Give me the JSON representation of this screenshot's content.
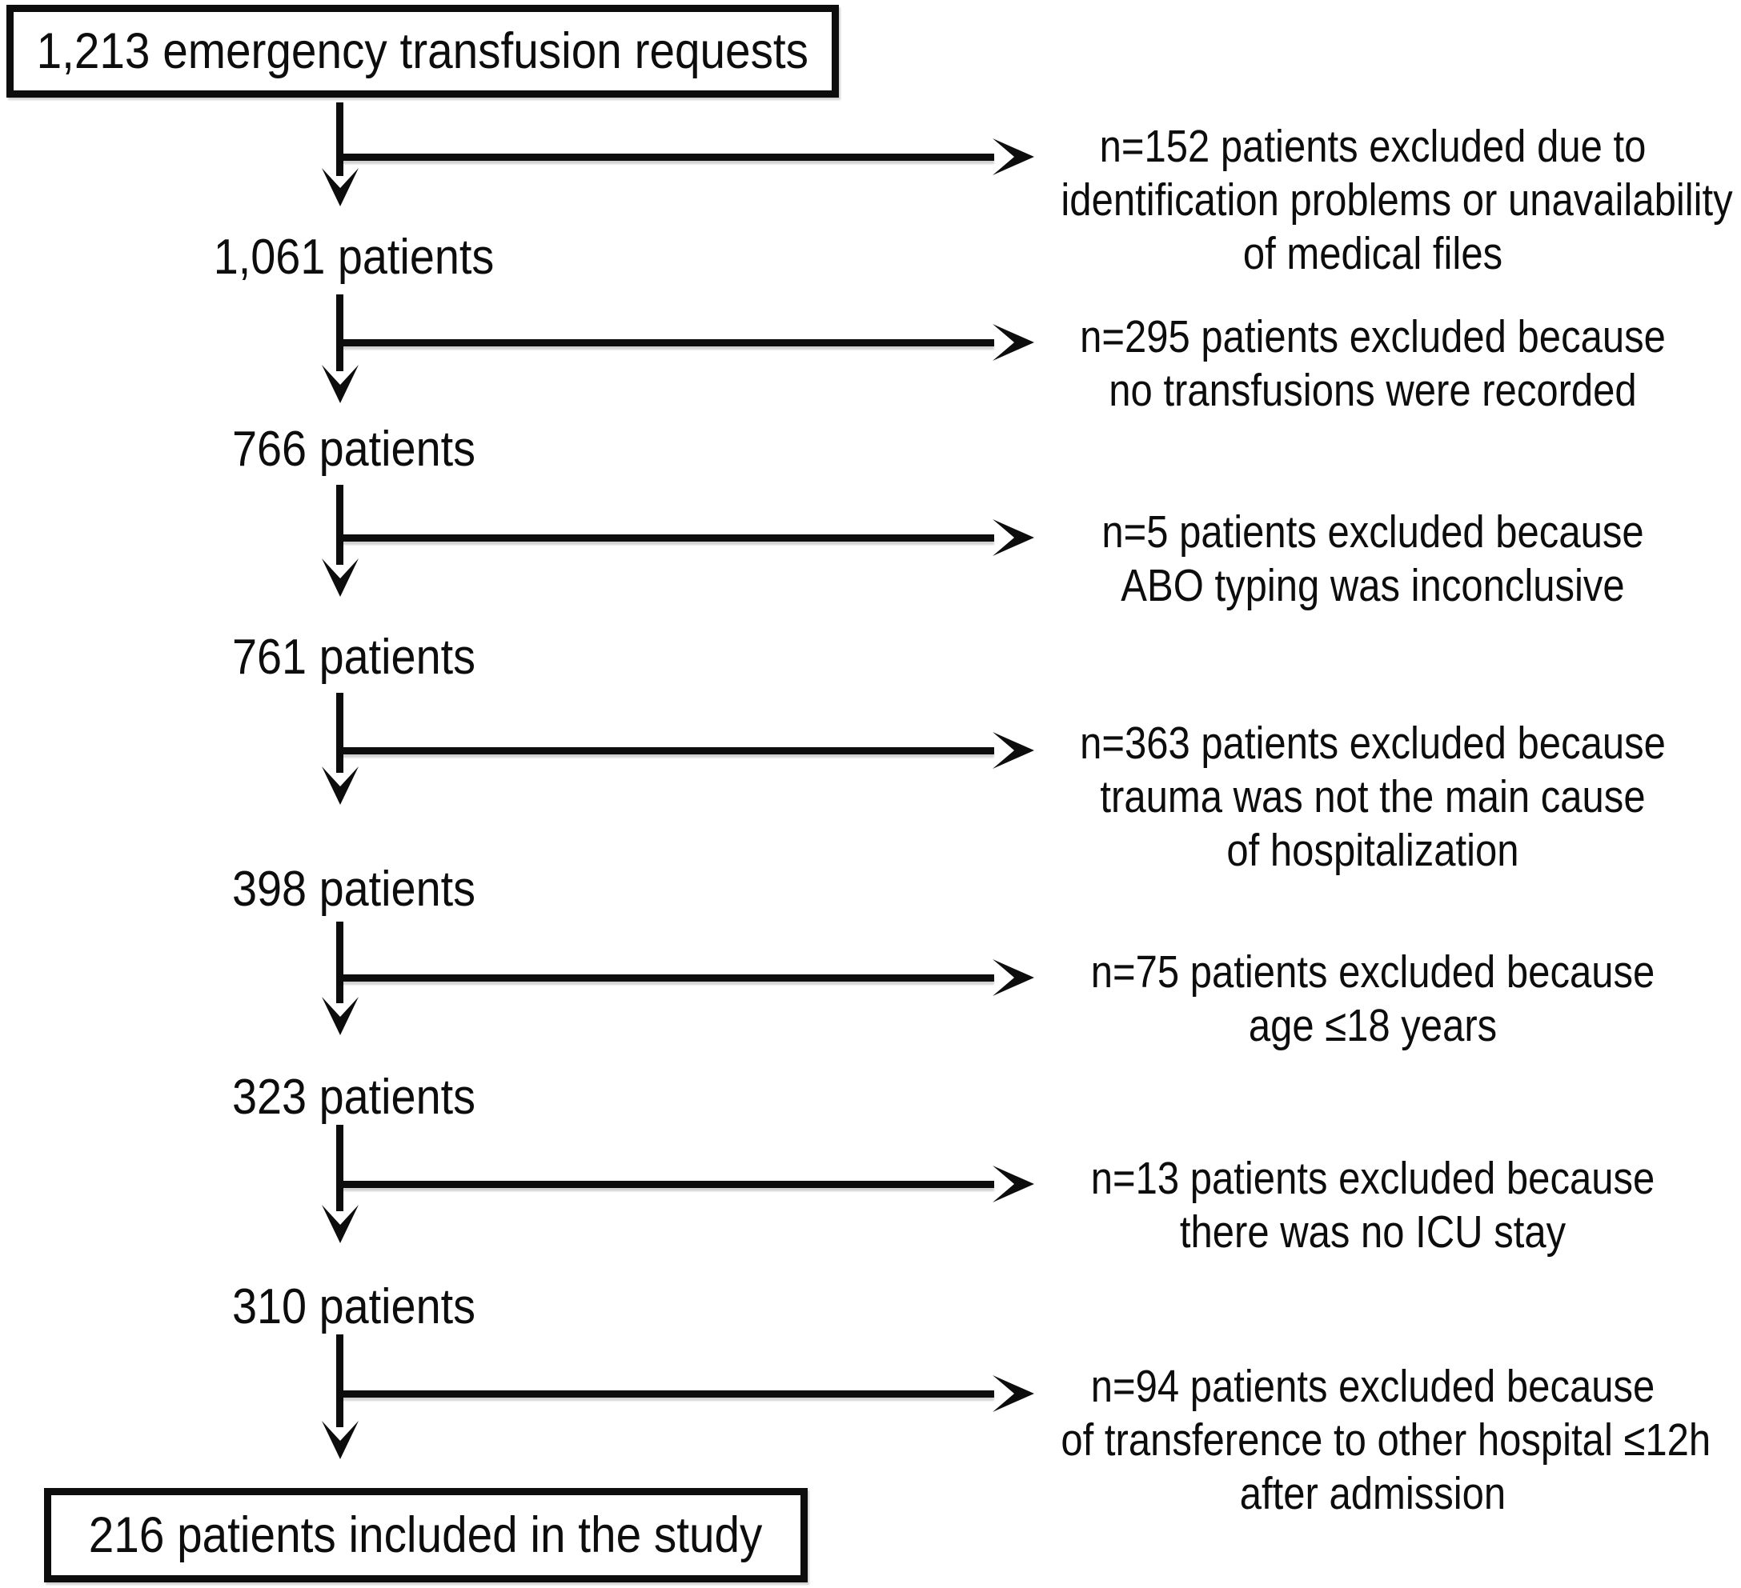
{
  "title_box": {
    "label": "1,213 emergency transfusion requests"
  },
  "final_box": {
    "label": "216 patients included in the study"
  },
  "steps": [
    {
      "exclusion_lines": [
        "n=152 patients excluded due to",
        "identification problems or unavailability",
        "of medical files"
      ],
      "result_label": "1,061 patients"
    },
    {
      "exclusion_lines": [
        "n=295 patients excluded because",
        "no transfusions were recorded"
      ],
      "result_label": "766 patients"
    },
    {
      "exclusion_lines": [
        "n=5 patients excluded because",
        "ABO typing was inconclusive"
      ],
      "result_label": "761 patients"
    },
    {
      "exclusion_lines": [
        "n=363 patients excluded because",
        "trauma was not the main cause",
        "of hospitalization"
      ],
      "result_label": "398 patients"
    },
    {
      "exclusion_lines": [
        "n=75 patients excluded because",
        "age ≤18 years"
      ],
      "result_label": "323 patients"
    },
    {
      "exclusion_lines": [
        "n=13 patients excluded because",
        "there was no ICU stay"
      ],
      "result_label": "310 patients"
    },
    {
      "exclusion_lines": [
        "n=94 patients excluded because",
        "of transference to other hospital ≤12h",
        "after admission"
      ],
      "result_label": ""
    }
  ],
  "colors": {
    "ink": "#0d0d0d",
    "background": "#ffffff"
  }
}
